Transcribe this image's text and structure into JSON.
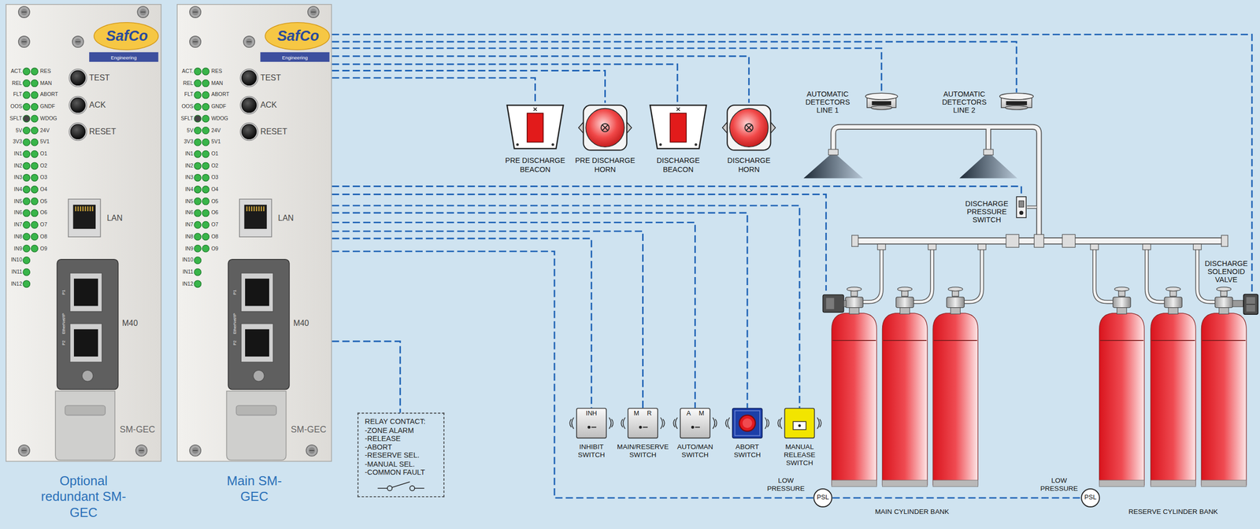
{
  "diagram": {
    "nodes": [
      {
        "text": [
          "Optional redundant SM-GEC"
        ]
      },
      {
        "text": [
          "Main SM-GEC"
        ]
      },
      {
        "text": [
          "PRE DISCHARGE BEACON"
        ]
      },
      {
        "text": [
          "PRE DISCHARGE HORN"
        ]
      },
      {
        "text": [
          "DISCHARGE BEACON"
        ]
      },
      {
        "text": [
          "DISCHARGE HORN"
        ]
      },
      {
        "text": [
          "AUTOMATIC DETECTORS LINE 1"
        ]
      },
      {
        "text": [
          "AUTOMATIC DETECTORS LINE 2"
        ]
      },
      {
        "text": [
          "DISCHARGE PRESSURE SWITCH"
        ]
      },
      {
        "text": [
          "DISCHARGE SOLENOID VALVE"
        ]
      },
      {
        "text": [
          "RELAY CONTACT:",
          "-ZONE ALARM",
          "-RELEASE",
          "-ABORT",
          "-RESERVE SEL.",
          "-MANUAL SEL.",
          "-COMMON FAULT"
        ]
      },
      {
        "text": [
          "INH",
          "INHIBIT SWITCH"
        ]
      },
      {
        "text": [
          "M",
          "R",
          "MAIN/RESERVE SWITCH"
        ]
      },
      {
        "text": [
          "A",
          "M",
          "AUTO/MAN SWITCH"
        ]
      },
      {
        "text": [
          "ABORT SWITCH"
        ]
      },
      {
        "text": [
          "MANUAL RELEASE SWITCH"
        ]
      },
      {
        "text": [
          "LOW PRESSURE",
          "PSL"
        ]
      },
      {
        "text": [
          "LOW PRESSURE",
          "PSL"
        ]
      },
      {
        "text": [
          "MAIN CYLINDER BANK"
        ]
      },
      {
        "text": [
          "RESERVE CYLINDER BANK"
        ]
      }
    ],
    "edges": [
      {
        "from": 1,
        "to": 9,
        "arrow": "none"
      },
      {
        "from": 1,
        "to": 7,
        "arrow": "none"
      },
      {
        "from": 1,
        "to": 6,
        "arrow": "none"
      },
      {
        "from": 1,
        "to": 5,
        "arrow": "none"
      },
      {
        "from": 1,
        "to": 4,
        "arrow": "none"
      },
      {
        "from": 1,
        "to": 3,
        "arrow": "none"
      },
      {
        "from": 1,
        "to": 2,
        "arrow": "none"
      },
      {
        "from": 1,
        "to": 8,
        "arrow": "none"
      },
      {
        "from": 1,
        "to": 18,
        "arrow": "none"
      },
      {
        "from": 1,
        "to": 15,
        "arrow": "none"
      },
      {
        "from": 1,
        "to": 14,
        "arrow": "none"
      },
      {
        "from": 1,
        "to": 13,
        "arrow": "none"
      },
      {
        "from": 1,
        "to": 12,
        "arrow": "none"
      },
      {
        "from": 1,
        "to": 11,
        "arrow": "none"
      },
      {
        "from": 1,
        "to": 16,
        "arrow": "none"
      },
      {
        "from": 1,
        "to": 10,
        "arrow": "none"
      },
      {
        "from": 16,
        "to": 17,
        "arrow": "none"
      }
    ],
    "labels": [
      "ACT.",
      "REL",
      "FLT",
      "OOS",
      "SFLT",
      "5V",
      "3V3",
      "IN1",
      "IN2",
      "IN3",
      "IN4",
      "IN5",
      "IN6",
      "IN7",
      "IN8",
      "IN9",
      "IN10",
      "IN11",
      "IN12",
      "RES",
      "MAN",
      "ABORT",
      "GNDF",
      "WDOG",
      "24V",
      "5V1",
      "O1",
      "O2",
      "O3",
      "O4",
      "O5",
      "O6",
      "O7",
      "O8",
      "O9",
      "TEST",
      "ACK",
      "RESET",
      "LAN",
      "M40",
      "P1",
      "EtherNet/IP",
      "P2",
      "SM-GEC",
      "SafCo",
      "Engineering",
      "ACT.",
      "REL",
      "FLT",
      "OOS",
      "SFLT",
      "5V",
      "3V3",
      "IN1",
      "IN2",
      "IN3",
      "IN4",
      "IN5",
      "IN6",
      "IN7",
      "IN8",
      "IN9",
      "IN10",
      "IN11",
      "IN12",
      "RES",
      "MAN",
      "ABORT",
      "GNDF",
      "WDOG",
      "24V",
      "5V1",
      "O1",
      "O2",
      "O3",
      "O4",
      "O5",
      "O6",
      "O7",
      "O8",
      "O9",
      "TEST",
      "ACK",
      "RESET",
      "LAN",
      "M40",
      "P1",
      "EtherNet/IP",
      "P2",
      "SM-GEC",
      "SafCo",
      "Engineering"
    ]
  }
}
